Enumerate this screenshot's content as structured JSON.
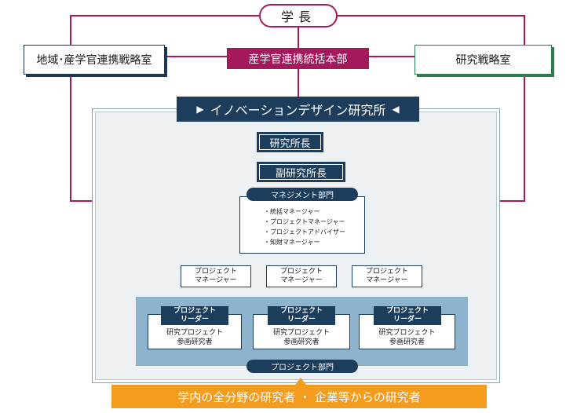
{
  "president": "学長",
  "hq": "産学官連携統括本部",
  "regional_office": "地域･産学官連携戦略室",
  "strategy_office": "研究戦略室",
  "institute": {
    "title": "イノベーションデザイン研究所",
    "left_marker": "▶",
    "right_marker": "◀"
  },
  "director": "研究所長",
  "vice_director": "副研究所長",
  "management": {
    "header": "マネジメント部門",
    "items": [
      "統括マネージャー",
      "プロジェクトマネージャー",
      "プロジェクトアドバイザー",
      "知財マネージャー"
    ]
  },
  "project_managers": [
    "プロジェクト\nマネージャー",
    "プロジェクト\nマネージャー",
    "プロジェクト\nマネージャー"
  ],
  "project_leaders": [
    {
      "tag": "プロジェクト\nリーダー",
      "text": "研究プロジェクト\n参画研究者"
    },
    {
      "tag": "プロジェクト\nリーダー",
      "text": "研究プロジェクト\n参画研究者"
    },
    {
      "tag": "プロジェクト\nリーダー",
      "text": "研究プロジェクト\n参画研究者"
    }
  ],
  "project_dept": "プロジェクト部門",
  "bottom_banner": "学内の全分野の研究者 ・ 企業等からの研究者",
  "colors": {
    "magenta": "#a3195b",
    "navy": "#1d3d5c",
    "green": "#2e7d4f",
    "light_blue": "#8db3cd",
    "orange": "#f39c1e"
  }
}
